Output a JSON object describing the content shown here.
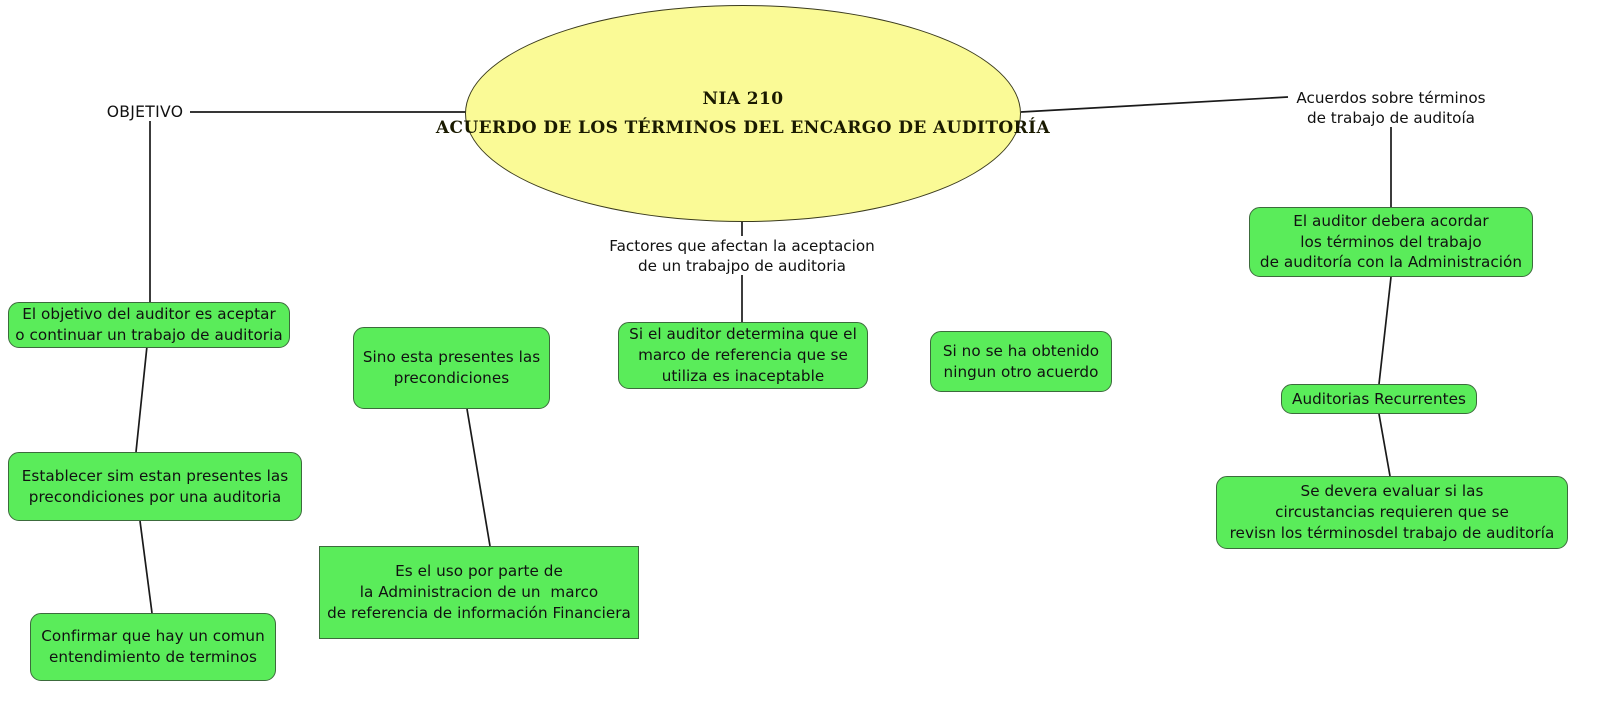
{
  "diagram": {
    "title": "NIA 210 - Acuerdo de los terminos del encargo de auditoria",
    "colors": {
      "node_green": "#5aec5a",
      "node_green_border": "#3c6b3c",
      "center_yellow": "#fafa96",
      "center_border": "#3b3b1e",
      "edge": "#1a1a1a",
      "text": "#111111",
      "background": "#ffffff"
    },
    "center": {
      "line1": "NIA 210",
      "line2": "ACUERDO DE LOS TÉRMINOS DEL ENCARGO DE AUDITORÍA"
    },
    "labels": {
      "objetivo": "OBJETIVO",
      "factores": "Factores que afectan la aceptacion\nde un trabajpo de auditoria",
      "acuerdos": "Acuerdos sobre términos\nde trabajo de auditoía"
    },
    "nodes": {
      "objetivo_aceptar": "El objetivo del auditor es aceptar\no continuar un trabajo de auditoria",
      "establecer_precondiciones": "Establecer sim estan presentes las\nprecondiciones por una auditoria",
      "confirmar_comun": "Confirmar que hay un comun\nentendimiento de terminos",
      "sino_precondiciones": "Sino esta presentes las\nprecondiciones",
      "uso_administracion": "Es el uso por parte de\nla Administracion de un  marco\nde referencia de información Financiera",
      "marco_inaceptable": "Si el auditor determina que el\nmarco de referencia que se\nutiliza es inaceptable",
      "ningun_acuerdo": "Si no se ha obtenido\nningun otro acuerdo",
      "auditor_acordar": "El auditor debera acordar\nlos términos del trabajo\nde auditoría con la Administración",
      "auditorias_recurrentes": "Auditorias Recurrentes",
      "evaluar_circustancias": "Se devera evaluar si las\ncircustancias requieren que se\nrevisn los términosdel trabajo de auditoría"
    }
  }
}
